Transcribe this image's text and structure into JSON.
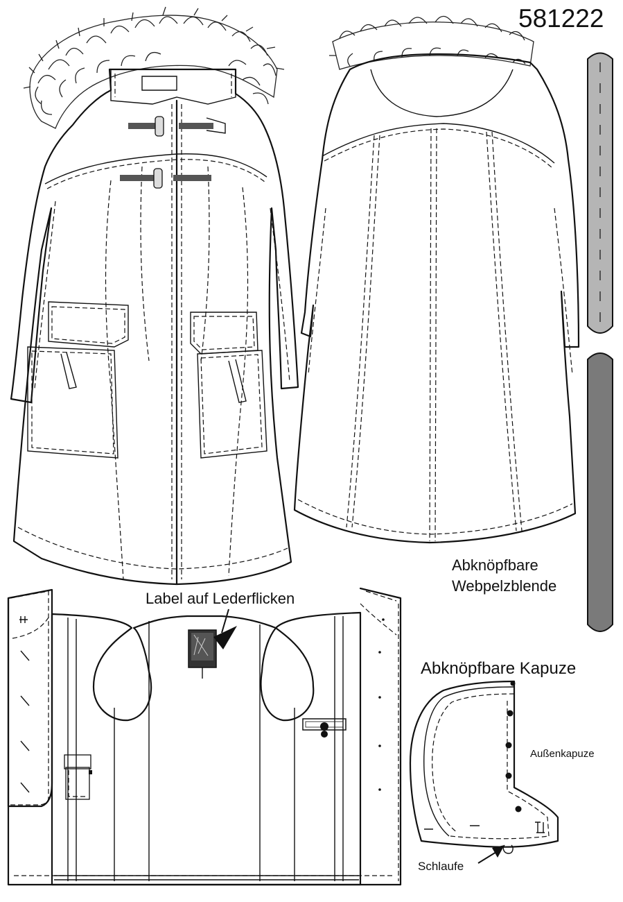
{
  "article_number": "581222",
  "labels": {
    "fur_trim_line1": "Abknöpfbare",
    "fur_trim_line2": "Webpelzblende",
    "label_patch": "Label auf Lederflicken",
    "hood_title": "Abknöpfbare Kapuze",
    "outer_hood": "Außenkapuze",
    "loop": "Schlaufe"
  },
  "colors": {
    "line": "#111111",
    "fur_trim_light": "#b5b5b5",
    "fur_trim_dark": "#7a7a7a",
    "toggle_leather": "#555555",
    "background": "#ffffff"
  },
  "icons": {
    "toggle": "toggle-button-icon",
    "buttons": "button-dot-icon",
    "label_patch": "leather-label-icon"
  }
}
